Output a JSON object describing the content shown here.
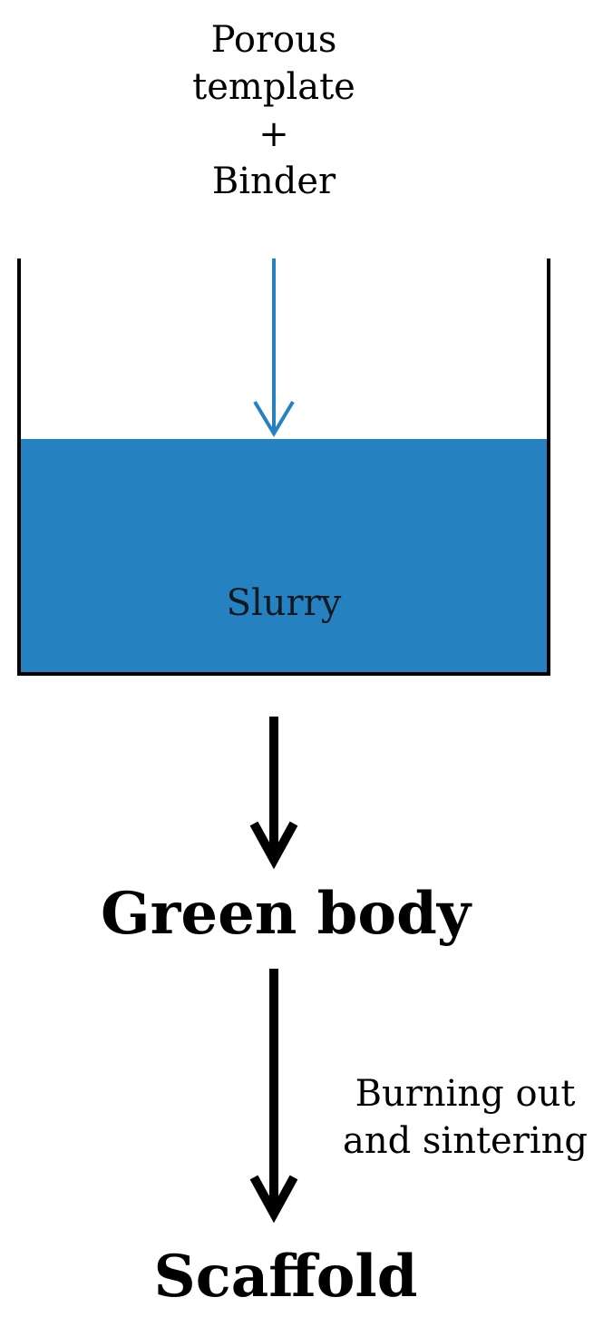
{
  "inputs": {
    "line1": "Porous",
    "line2": "template",
    "line3": "+",
    "line4": "Binder"
  },
  "container": {
    "contents_label": "Slurry",
    "fill_color": "#2681c1"
  },
  "arrow_color": "#2681c1",
  "stage1": {
    "label": "Green body"
  },
  "process": {
    "line1": "Burning out",
    "line2": "and sintering"
  },
  "stage2": {
    "label": "Scaffold"
  }
}
